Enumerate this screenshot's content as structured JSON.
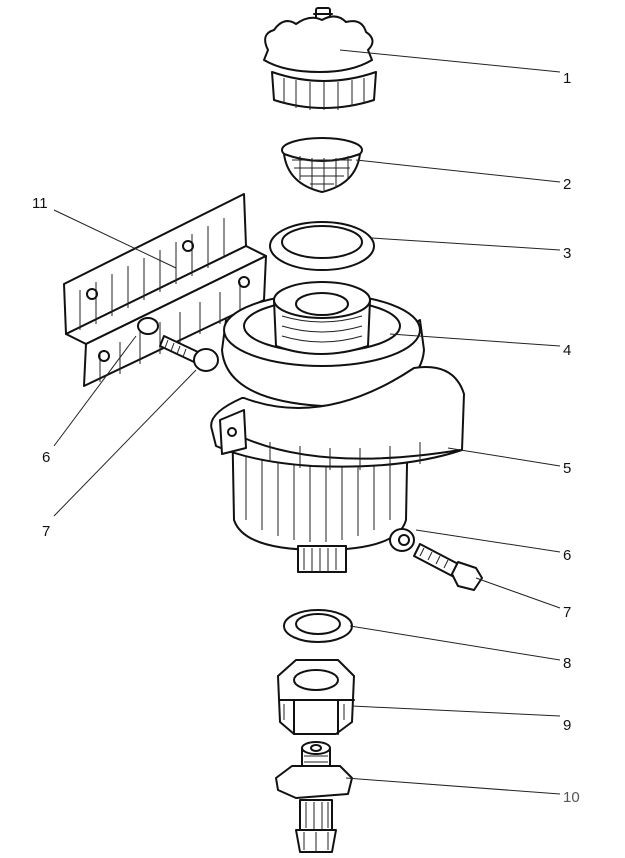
{
  "parts": [
    {
      "id": "cap",
      "label": "1"
    },
    {
      "id": "strainer",
      "label": "2"
    },
    {
      "id": "gasket-top",
      "label": "3"
    },
    {
      "id": "body",
      "label": "4"
    },
    {
      "id": "clamp-band",
      "label": "5"
    },
    {
      "id": "washer-right",
      "label": "6"
    },
    {
      "id": "bolt-right",
      "label": "7"
    },
    {
      "id": "gasket-bottom",
      "label": "8"
    },
    {
      "id": "nut",
      "label": "9"
    },
    {
      "id": "fitting",
      "label": "10"
    },
    {
      "id": "bracket",
      "label": "11"
    },
    {
      "id": "washer-left",
      "label": "6"
    },
    {
      "id": "bolt-left",
      "label": "7"
    }
  ]
}
